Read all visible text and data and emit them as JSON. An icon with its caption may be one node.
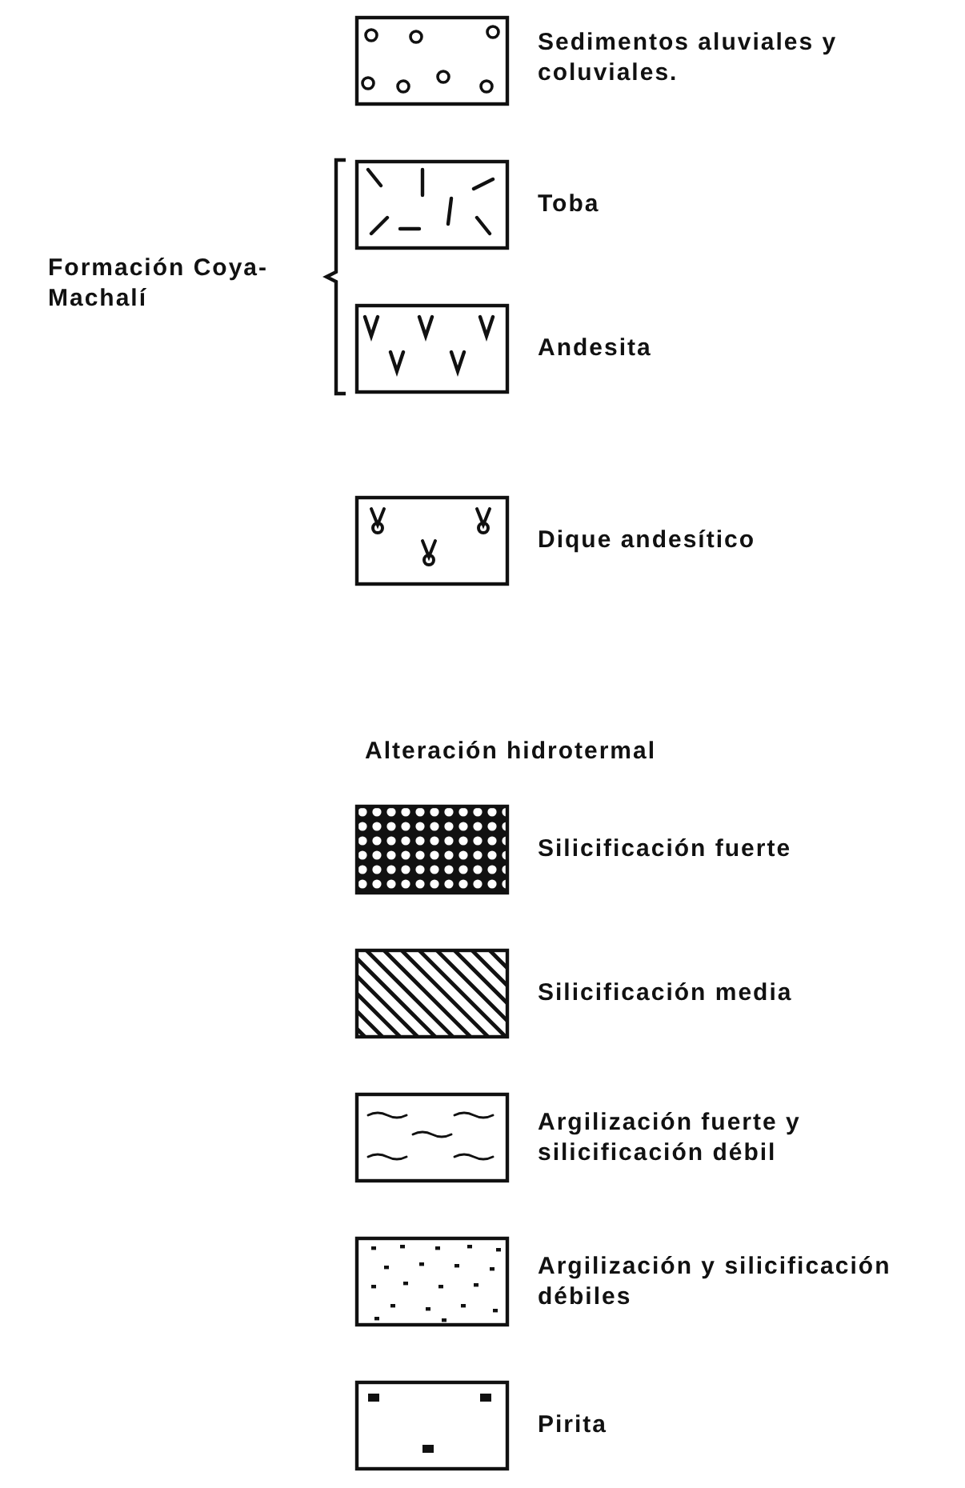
{
  "diagram": {
    "labels": [
      "Formación Coya-Machalí",
      "Alteración hidrotermal"
    ],
    "legend": [
      {
        "text": "Sedimentos aluviales y coluviales."
      },
      {
        "text": "Toba"
      },
      {
        "text": "Andesita"
      },
      {
        "text": "Dique andesítico"
      },
      {
        "text": "Silicificación fuerte"
      },
      {
        "text": "Silicificación media"
      },
      {
        "text": "Argilización fuerte y silicificación débil"
      },
      {
        "text": "Argilización y silicificación débiles"
      },
      {
        "text": "Pirita"
      }
    ]
  }
}
